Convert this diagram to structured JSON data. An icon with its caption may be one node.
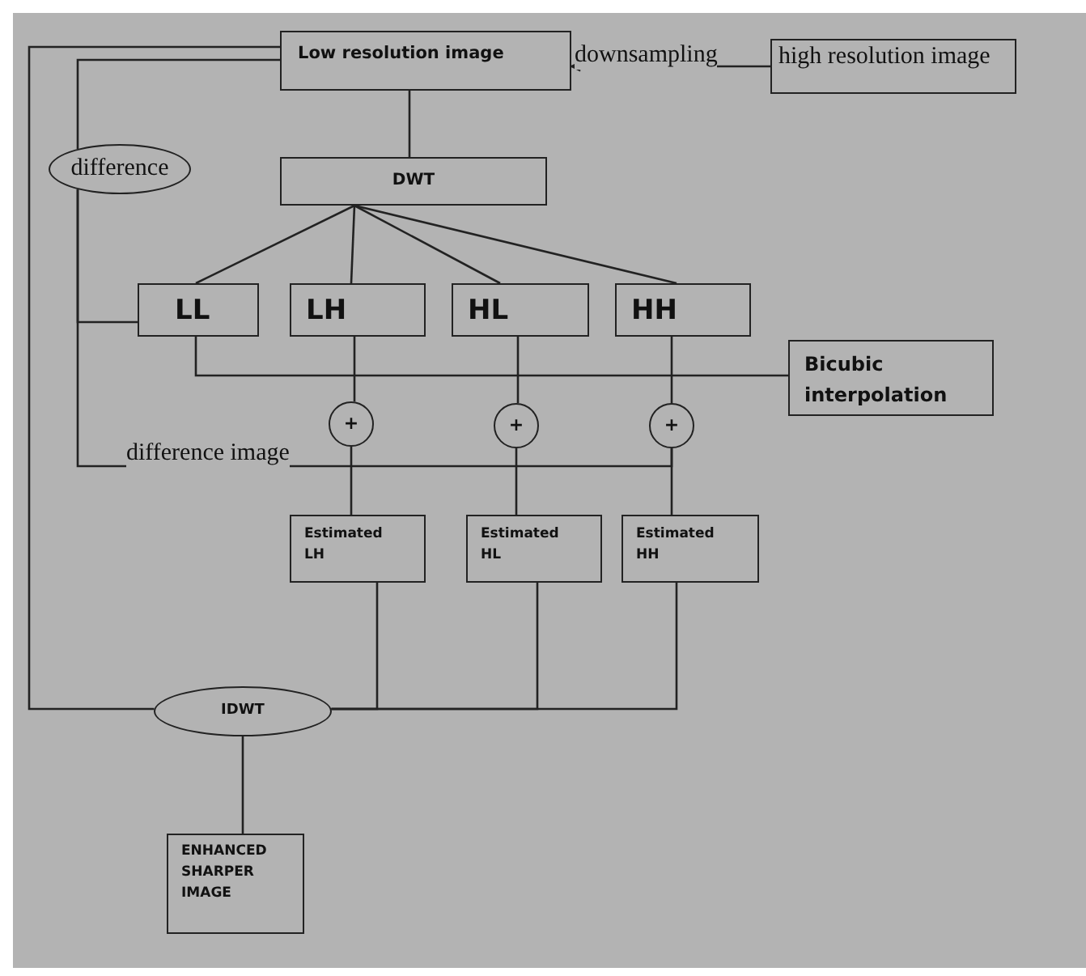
{
  "diagram": {
    "nodes": [
      {
        "text": [
          "Low resolution image"
        ]
      },
      {
        "text": [
          "high resolution image"
        ]
      },
      {
        "text": [
          "difference"
        ]
      },
      {
        "text": [
          "DWT"
        ]
      },
      {
        "text": [
          "LL"
        ]
      },
      {
        "text": [
          "LH"
        ]
      },
      {
        "text": [
          "HL"
        ]
      },
      {
        "text": [
          "HH"
        ]
      },
      {
        "text": [
          "Bicubic interpolation"
        ]
      },
      {
        "text": [
          "+"
        ]
      },
      {
        "text": [
          "+"
        ]
      },
      {
        "text": [
          "+"
        ]
      },
      {
        "text": [
          "Estimated LH"
        ]
      },
      {
        "text": [
          "Estimated HL"
        ]
      },
      {
        "text": [
          "Estimated HH"
        ]
      },
      {
        "text": [
          "IDWT"
        ]
      },
      {
        "text": [
          "ENHANCED SHARPER IMAGE"
        ]
      }
    ],
    "edges": [
      {
        "from": 1,
        "to": 0,
        "arrow": "to",
        "label": "downsampling"
      },
      {
        "from": 0,
        "to": 3,
        "arrow": "none"
      },
      {
        "from": 3,
        "to": 4,
        "arrow": "none"
      },
      {
        "from": 3,
        "to": 5,
        "arrow": "none"
      },
      {
        "from": 3,
        "to": 6,
        "arrow": "none"
      },
      {
        "from": 3,
        "to": 7,
        "arrow": "none"
      },
      {
        "from": 4,
        "to": 8,
        "arrow": "none"
      },
      {
        "from": 5,
        "to": 9,
        "arrow": "none"
      },
      {
        "from": 6,
        "to": 10,
        "arrow": "none"
      },
      {
        "from": 7,
        "to": 11,
        "arrow": "none"
      },
      {
        "from": 0,
        "to": 2,
        "arrow": "none"
      },
      {
        "from": 2,
        "to": 4,
        "arrow": "none"
      },
      {
        "from": 11,
        "to": 2,
        "arrow": "none",
        "label": "difference image"
      },
      {
        "from": 9,
        "to": 12,
        "arrow": "none"
      },
      {
        "from": 10,
        "to": 13,
        "arrow": "none"
      },
      {
        "from": 11,
        "to": 14,
        "arrow": "none"
      },
      {
        "from": 0,
        "to": 15,
        "arrow": "none"
      },
      {
        "from": 12,
        "to": 15,
        "arrow": "none"
      },
      {
        "from": 13,
        "to": 15,
        "arrow": "none"
      },
      {
        "from": 14,
        "to": 15,
        "arrow": "none"
      },
      {
        "from": 15,
        "to": 16,
        "arrow": "none"
      }
    ]
  }
}
